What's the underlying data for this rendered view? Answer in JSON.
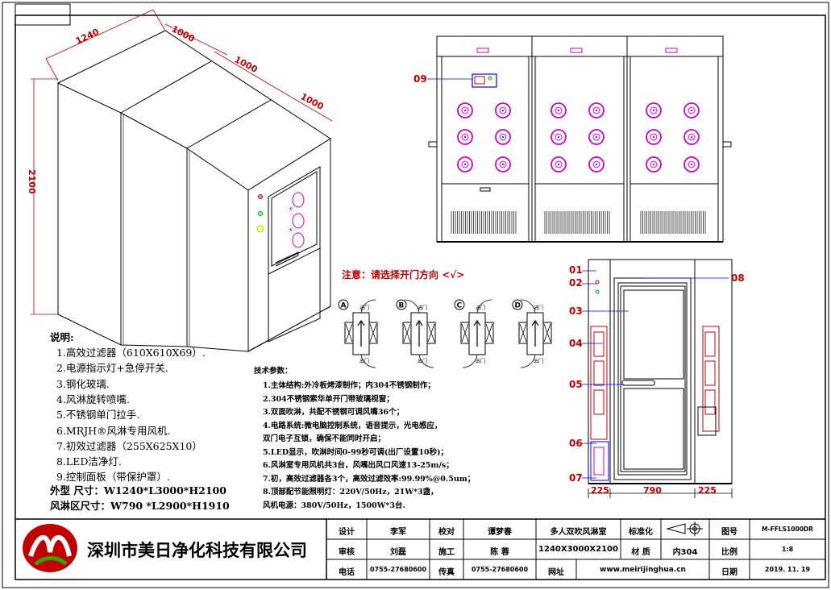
{
  "notes": {
    "heading": "说明:",
    "items": [
      "1.高效过滤器（610X610X69）.",
      "2.电源指示灯+急停开关.",
      "3.钢化玻璃.",
      "4.风淋旋转喷嘴.",
      "5.不锈钢单门拉手.",
      "6.MRJH®风淋专用风机.",
      "7.初效过滤器（255X625X10）",
      "8.LED洁净灯.",
      "9.控制面板（带保护罩）."
    ],
    "outer_size": "外型   尺寸：W1240*L3000*H2100",
    "shower_size": "风淋区尺寸：W790 *L2900*H1910"
  },
  "tech": {
    "heading": "技术参数：",
    "items": [
      "1.主体结构:外冷板烤漆制作；内304不锈钢制作；",
      "2.304不锈钢索华单开门带玻璃视窗；",
      "3.双面吹淋，共配不锈钢可调风嘴36个；",
      "4.电路系统:微电脑控制系统，语音提示，光电感应，",
      "   双门电子互锁，确保不能同时开启；",
      "5.LED显示，吹淋时间0-99秒可调(出厂设置10秒)；",
      "6.风淋室专用风机共3台，风嘴出风口风速13-25m/s；",
      "7.初，高效过滤器各3个，高效过滤效率:99.99%@0.5um；",
      "8.顶部配节能照明灯：220V/50Hz，21W*3盏，",
      "   风机电源：380V/50Hz，1500W*3台."
    ]
  },
  "door_note": "注意：请选择开门方向 <√>",
  "door_options": [
    "A",
    "B",
    "C",
    "D"
  ],
  "door_labels": {
    "in": "进门",
    "out": "出门"
  },
  "dims_iso": {
    "w": "1240",
    "l1": "1000",
    "l2": "1000",
    "l3": "1000",
    "h": "2100"
  },
  "dims_front": {
    "left": "225",
    "mid": "790",
    "right": "225"
  },
  "callouts": {
    "c01": "01",
    "c02": "02",
    "c03": "03",
    "c04": "04",
    "c05": "05",
    "c06": "06",
    "c07": "07",
    "c08": "08",
    "c09": "09"
  },
  "title_block": {
    "company": "深圳市美日净化科技有限公司",
    "design_label": "设计",
    "design_value": "李军",
    "check_label": "校对",
    "check_value": "谭梦春",
    "product_name": "多人双吹风淋室",
    "std_label": "标准化",
    "drawing_no_label": "图号",
    "drawing_no_value": "M-FFLS1000DR",
    "review_label": "审核",
    "review_value": "刘磊",
    "build_label": "施工",
    "build_value": "陈 蓉",
    "spec": "1240X3000X2100",
    "material_label": "材 质",
    "material_value": "内304",
    "scale_label": "比例",
    "scale_value": "1:8",
    "phone_label": "电话",
    "phone_value": "0755-27680600",
    "fax_label": "传真",
    "fax_value": "0755-27680600",
    "web_label": "网址",
    "web_value": "www.meirijinghua.cn",
    "date_label": "日期",
    "date_value": "2019. 11. 19"
  },
  "colors": {
    "accent": "#c00000",
    "nozzle": "#d000d0",
    "line": "#000000",
    "panel_blue": "#0000ff"
  }
}
